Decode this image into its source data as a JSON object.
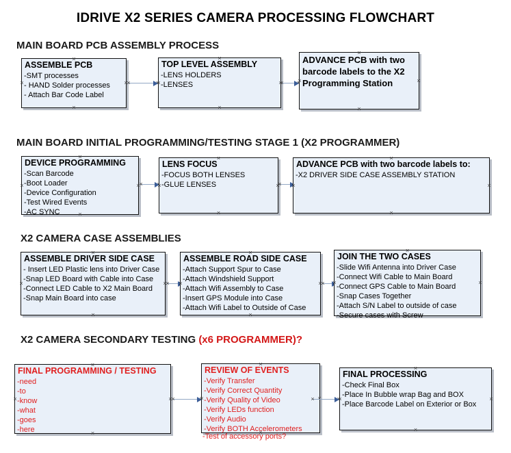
{
  "document": {
    "title": "IDRIVE X2  SERIES CAMERA PROCESSING FLOWCHART"
  },
  "sections": [
    {
      "id": "main-board-pcb-assembly",
      "heading": "MAIN BOARD PCB ASSEMBLY PROCESS",
      "heading_accent": ""
    },
    {
      "id": "main-board-initial-programming",
      "heading": "MAIN BOARD INITIAL PROGRAMMING/TESTING STAGE 1 (X2 PROGRAMMER)",
      "heading_accent": ""
    },
    {
      "id": "x2-camera-case-assemblies",
      "heading": "X2 CAMERA CASE ASSEMBLIES",
      "heading_accent": ""
    },
    {
      "id": "x2-camera-secondary-testing",
      "heading": "X2 CAMERA SECONDARY TESTING ",
      "heading_accent": "(x6 PROGRAMMER)?"
    }
  ],
  "nodes": {
    "assemble_pcb": {
      "title": "ASSEMBLE PCB",
      "items": [
        "-SMT processes",
        "- HAND Solder processes",
        "- Attach Bar Code Label"
      ]
    },
    "top_level_assembly": {
      "title": "TOP LEVEL ASSEMBLY",
      "items": [
        "-LENS HOLDERS",
        "-LENSES"
      ]
    },
    "advance_pcb_station": {
      "title": "ADVANCE PCB with two barcode labels to the  X2 Programming Station",
      "items": []
    },
    "device_programming": {
      "title": "DEVICE PROGRAMMING",
      "items": [
        "-Scan Barcode",
        "-Boot Loader",
        "-Device Configuration",
        "-Test Wired Events",
        "-AC SYNC"
      ]
    },
    "lens_focus": {
      "title": "LENS FOCUS",
      "items": [
        "-FOCUS BOTH LENSES",
        "-GLUE LENSES"
      ]
    },
    "advance_pcb_driver_side": {
      "title": "ADVANCE PCB with two barcode labels to:",
      "items": [
        "-X2 DRIVER  SIDE  CASE  ASSEMBLY STATION"
      ]
    },
    "assemble_driver_side_case": {
      "title": "ASSEMBLE DRIVER SIDE CASE",
      "items": [
        "- Insert LED Plastic lens into Driver Case",
        "-Snap LED Board with Cable into Case",
        "-Connect LED Cable to X2 Main Board",
        "-Snap Main Board into case"
      ]
    },
    "assemble_road_side_case": {
      "title": "ASSEMBLE ROAD SIDE CASE",
      "items": [
        "-Attach Support Spur to Case",
        "-Attach Windshield Support",
        "-Attach Wifi Assembly to Case",
        "-Insert GPS Module into Case",
        "-Attach Wifi Label to Outside of Case"
      ]
    },
    "join_the_two_cases": {
      "title": "JOIN THE TWO CASES",
      "items": [
        "-Slide Wifi Antenna into Driver Case",
        "-Connect Wifi Cable to Main Board",
        "-Connect GPS Cable to Main Board",
        "-Snap Cases Together",
        "-Attach S/N Label to outside of case",
        "-Secure cases with Screw"
      ]
    },
    "final_programming_testing": {
      "title": "FINAL PROGRAMMING / TESTING",
      "items": [
        "-need",
        "-to",
        "-know",
        "-what",
        "-goes",
        "-here"
      ]
    },
    "review_of_events": {
      "title": "REVIEW OF EVENTS",
      "items": [
        "-Verify Transfer",
        "-Verify Correct Quantity",
        "-Verify Quality of Video",
        "-Verify LEDs function",
        "-Verify Audio",
        "-Verify BOTH Accelerometers"
      ],
      "overflow_item": "-Test of accessory ports?"
    },
    "final_processing": {
      "title": "FINAL PROCESSING",
      "items": [
        " -Check Final Box",
        "-Place In Bubble wrap Bag and BOX",
        "-Place Barcode Label on Exterior or Box"
      ]
    }
  },
  "colors": {
    "node_fill": "#e9f0f9",
    "node_border": "#111111",
    "node_shadow": "#b9bec7",
    "arrow_line": "#93a8c4",
    "arrow_head": "#3d5f99",
    "accent_red": "#e02020",
    "heading_accent_red": "#d31717",
    "text": "#000000"
  }
}
